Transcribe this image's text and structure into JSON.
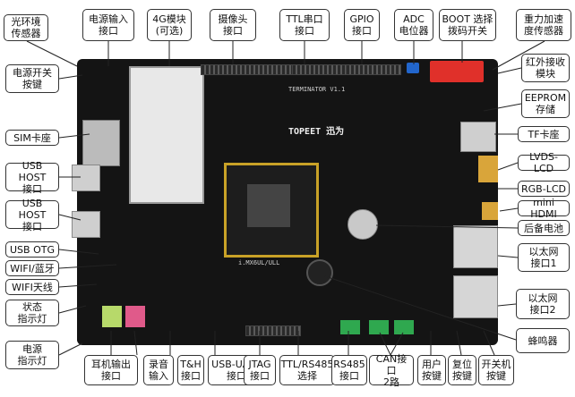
{
  "board": {
    "model_text": "TERMINATOR V1.1",
    "brand_text": "TOPEET",
    "brand_cn": "迅为",
    "soc_text": "i.MX6UL/ULL"
  },
  "labels": {
    "light_sensor": "光环境\n传感器",
    "power_in": "电源输入\n接口",
    "module_4g": "4G模块\n(可选)",
    "camera": "摄像头\n接口",
    "ttl_serial": "TTL串口\n接口",
    "gpio": "GPIO\n接口",
    "adc": "ADC\n电位器",
    "boot": "BOOT 选择\n拨码开关",
    "gravity": "重力加速\n度传感器",
    "power_switch": "电源开关\n按键",
    "infrared": "红外接收\n模块",
    "eeprom": "EEPROM\n存储",
    "sim": "SIM卡座",
    "tf": "TF卡座",
    "usb_host1": "USB HOST\n接口",
    "lvds": "LVDS-LCD",
    "rgb": "RGB-LCD",
    "usb_host2": "USB HOST\n接口",
    "mini_hdmi": "mini HDMI",
    "usb_otg": "USB OTG",
    "backup_battery": "后备电池",
    "wifi_bt": "WIFI/蓝牙",
    "ethernet1": "以太网\n接口1",
    "wifi_antenna": "WIFI天线",
    "status_led": "状态\n指示灯",
    "ethernet2": "以太网\n接口2",
    "power_led": "电源\n指示灯",
    "earphone": "耳机输出\n接口",
    "record": "录音\n输入",
    "th": "T&H\n接口",
    "usb_uart": "USB-UART\n接口",
    "jtag": "JTAG\n接口",
    "ttl_rs485": "TTL/RS485\n选择",
    "rs485": "RS485\n接口",
    "can": "CAN接口\n2路",
    "user_btn": "用户\n按键",
    "reset_btn": "复位\n按键",
    "onoff_btn": "开关机\n按键",
    "buzzer": "蜂鸣器"
  }
}
